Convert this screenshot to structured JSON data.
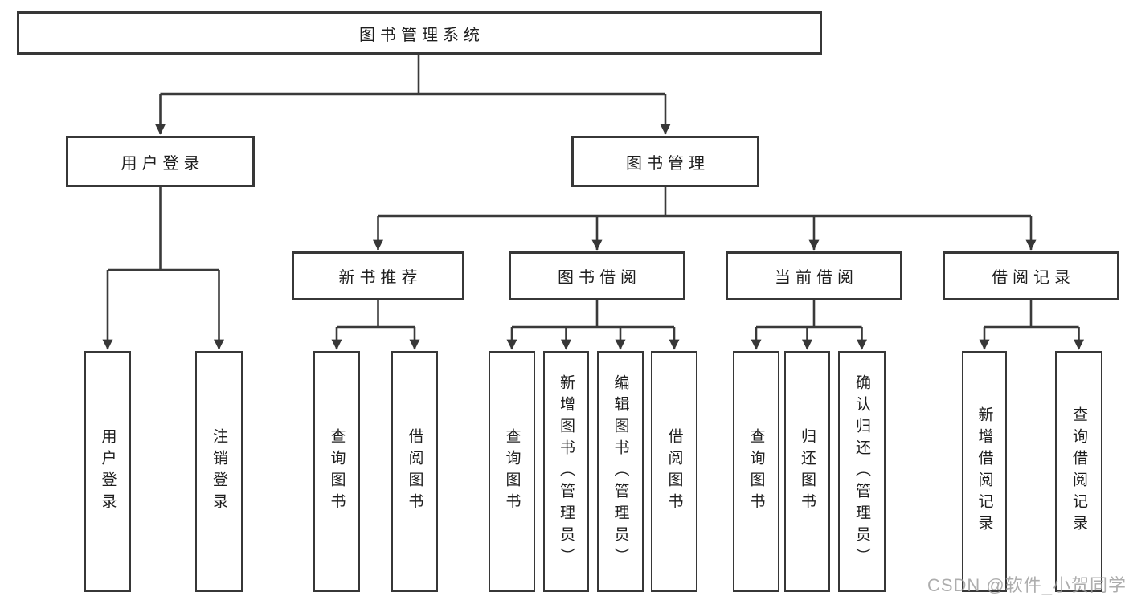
{
  "diagram": {
    "root": {
      "label": "图书管理系统"
    },
    "branches": [
      {
        "label": "用户登录",
        "children": [
          {
            "label": "用户登录"
          },
          {
            "label": "注销登录"
          }
        ]
      },
      {
        "label": "图书管理",
        "children": [
          {
            "label": "新书推荐",
            "children": [
              {
                "label": "查询图书"
              },
              {
                "label": "借阅图书"
              }
            ]
          },
          {
            "label": "图书借阅",
            "children": [
              {
                "label": "查询图书"
              },
              {
                "label": "新增图书（管理员）"
              },
              {
                "label": "编辑图书（管理员）"
              },
              {
                "label": "借阅图书"
              }
            ]
          },
          {
            "label": "当前借阅",
            "children": [
              {
                "label": "查询图书"
              },
              {
                "label": "归还图书"
              },
              {
                "label": "确认归还（管理员）"
              }
            ]
          },
          {
            "label": "借阅记录",
            "children": [
              {
                "label": "新增借阅记录"
              },
              {
                "label": "查询借阅记录"
              }
            ]
          }
        ]
      }
    ]
  },
  "watermark": {
    "text": "CSDN @软件_小贺同学"
  },
  "colors": {
    "line": "#3a3a3a",
    "box_border": "#373737",
    "text": "#1e1e1e",
    "watermark_text": "#9c9c9c",
    "background": "#ffffff"
  }
}
